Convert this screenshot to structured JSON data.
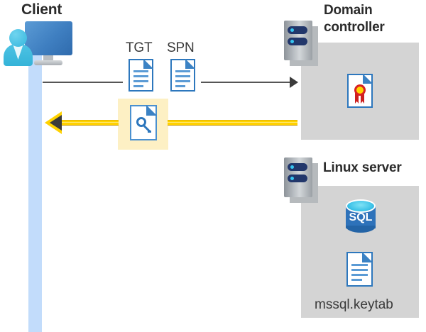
{
  "diagram": {
    "type": "kerberos-authentication-flow",
    "background_color": "#ffffff",
    "accent_yellow": "#ffd200",
    "panel_gray": "#d4d4d4",
    "lifeline_blue": "#c2dcfb",
    "highlight_yellow": "#fdf0c4"
  },
  "actors": {
    "client": {
      "label": "Client",
      "icon": "user-computer-icon"
    },
    "domain_controller": {
      "label": "Domain controller",
      "icon": "server-rack-icon",
      "contents": [
        {
          "icon": "certificate-document-icon",
          "label": ""
        }
      ]
    },
    "linux_server": {
      "label": "Linux server",
      "icon": "server-rack-icon",
      "contents": [
        {
          "icon": "sql-database-icon",
          "label": "SQL"
        },
        {
          "icon": "document-icon",
          "label": "mssql.keytab"
        }
      ]
    }
  },
  "messages": [
    {
      "id": "request",
      "direction": "client-to-domain-controller",
      "color": "#565656",
      "artifacts": [
        {
          "label": "TGT",
          "icon": "document-icon"
        },
        {
          "label": "SPN",
          "icon": "document-icon"
        }
      ]
    },
    {
      "id": "response",
      "direction": "domain-controller-to-client",
      "color": "#ffd200",
      "artifacts": [
        {
          "label": "",
          "icon": "key-document-icon",
          "highlighted": true
        }
      ]
    }
  ]
}
